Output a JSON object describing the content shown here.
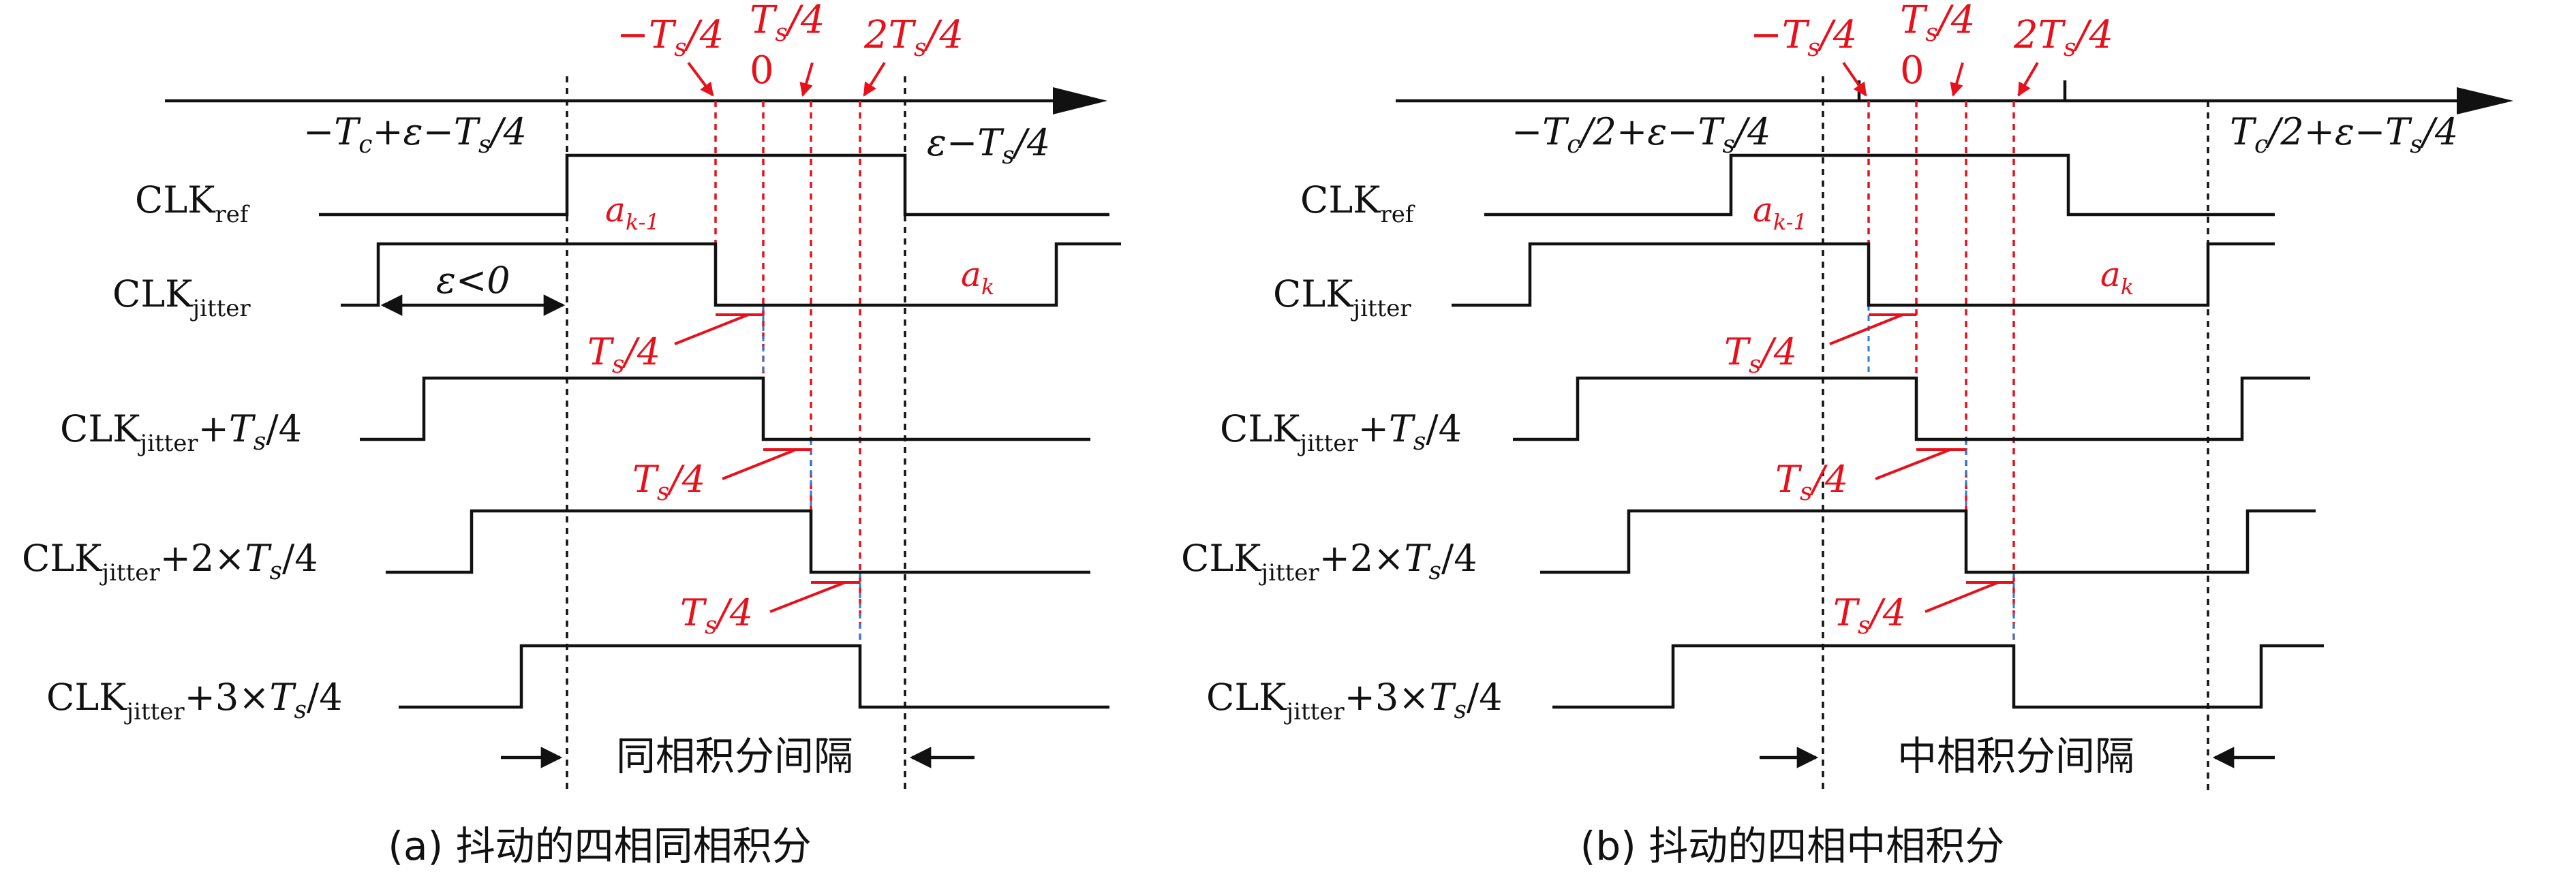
{
  "colors": {
    "signal": "#111111",
    "annotation": "#e8101a",
    "guide": "#2a7de0"
  },
  "panel_a": {
    "caption": "(a) 抖动的四相同相积分",
    "interval_label": "同相积分间隔",
    "left_boundary_label": "−T_c+ε−T_s/4",
    "right_boundary_label": "ε−T_s/4",
    "top_labels": [
      "−T_s/4",
      "T_s/4",
      "0",
      "2T_s/4"
    ],
    "signals": [
      {
        "name": "CLK",
        "sub": "ref",
        "suffix": ""
      },
      {
        "name": "CLK",
        "sub": "jitter",
        "suffix": ""
      },
      {
        "name": "CLK",
        "sub": "jitter",
        "suffix": "+T_s/4"
      },
      {
        "name": "CLK",
        "sub": "jitter",
        "suffix": "+2×T_s/4"
      },
      {
        "name": "CLK",
        "sub": "jitter",
        "suffix": "+3×T_s/4"
      }
    ],
    "ak_prev": "a_{k-1}",
    "ak": "a_k",
    "epsilon_label": "ε<0",
    "delay_label": "T_s/4"
  },
  "panel_b": {
    "caption": "(b) 抖动的四相中相积分",
    "interval_label": "中相积分间隔",
    "left_boundary_label": "−T_c/2+ε−T_s/4",
    "right_boundary_label": "T_c/2+ε−T_s/4",
    "top_labels": [
      "−T_s/4",
      "T_s/4",
      "0",
      "2T_s/4"
    ],
    "signals": [
      {
        "name": "CLK",
        "sub": "ref",
        "suffix": ""
      },
      {
        "name": "CLK",
        "sub": "jitter",
        "suffix": ""
      },
      {
        "name": "CLK",
        "sub": "jitter",
        "suffix": "+T_s/4"
      },
      {
        "name": "CLK",
        "sub": "jitter",
        "suffix": "+2×T_s/4"
      },
      {
        "name": "CLK",
        "sub": "jitter",
        "suffix": "+3×T_s/4"
      }
    ],
    "ak_prev": "a_{k-1}",
    "ak": "a_k",
    "delay_label": "T_s/4"
  }
}
